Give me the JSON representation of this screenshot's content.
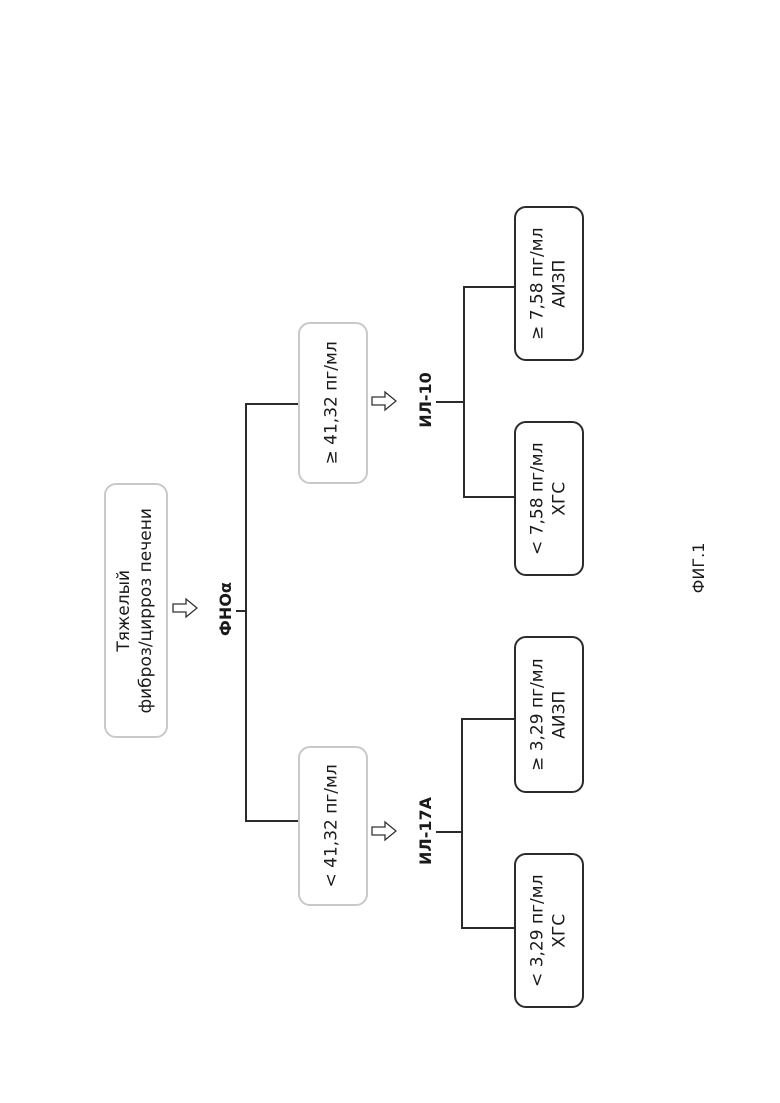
{
  "root": {
    "line1": "Тяжелый",
    "line2": "фиброз/цирроз печени"
  },
  "markers": {
    "root": "ФНОα",
    "left": "ИЛ-17А",
    "right": "ИЛ-10"
  },
  "thresholds": {
    "left": "< 41,32 пг/мл",
    "right": "≥ 41,32 пг/мл"
  },
  "leaves": {
    "ll": {
      "value": "< 3,29 пг/мл",
      "result": "ХГС"
    },
    "lr": {
      "value": "≥ 3,29 пг/мл",
      "result": "АИЗП"
    },
    "rl": {
      "value": "< 7,58 пг/мл",
      "result": "ХГС"
    },
    "rr": {
      "value": "≥ 7,58 пг/мл",
      "result": "АИЗП"
    }
  },
  "caption": "ФИГ.1"
}
